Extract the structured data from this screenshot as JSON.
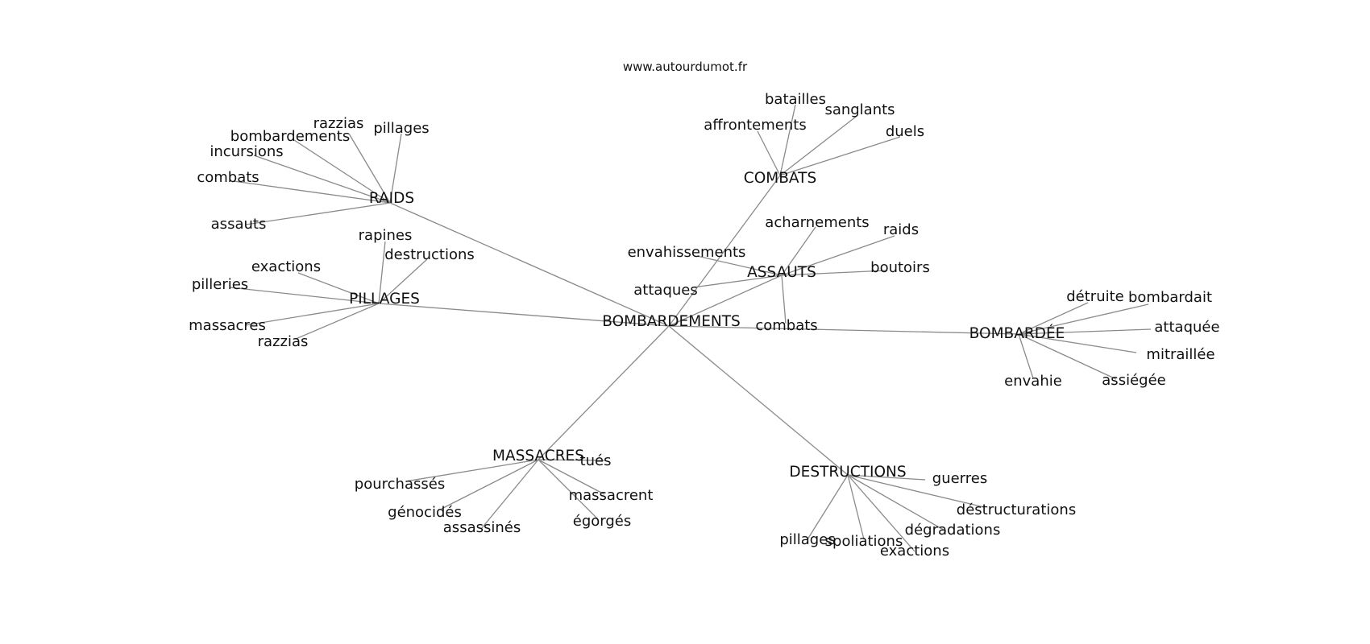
{
  "header": {
    "site": "www.autourdumot.fr"
  },
  "graph": {
    "center": "BOMBARDEMENTS",
    "hubs": [
      {
        "id": "RAIDS",
        "words": [
          "razzias",
          "pillages",
          "bombardements",
          "incursions",
          "combats",
          "assauts"
        ]
      },
      {
        "id": "PILLAGES",
        "words": [
          "rapines",
          "destructions",
          "exactions",
          "pilleries",
          "massacres",
          "razzias"
        ]
      },
      {
        "id": "COMBATS",
        "words": [
          "batailles",
          "sanglants",
          "affrontements",
          "duels"
        ]
      },
      {
        "id": "ASSAUTS",
        "words": [
          "acharnements",
          "raids",
          "envahissements",
          "boutoirs",
          "attaques",
          "combats"
        ]
      },
      {
        "id": "BOMBARDÉE",
        "words": [
          "détruite",
          "bombardait",
          "attaquée",
          "mitraillée",
          "envahie",
          "assiégée"
        ]
      },
      {
        "id": "MASSACRES",
        "words": [
          "tués",
          "pourchassés",
          "massacrent",
          "génocidés",
          "égorgés",
          "assassinés"
        ]
      },
      {
        "id": "DESTRUCTIONS",
        "words": [
          "guerres",
          "déstructurations",
          "dégradations",
          "pillages",
          "spoliations",
          "exactions"
        ]
      }
    ]
  }
}
